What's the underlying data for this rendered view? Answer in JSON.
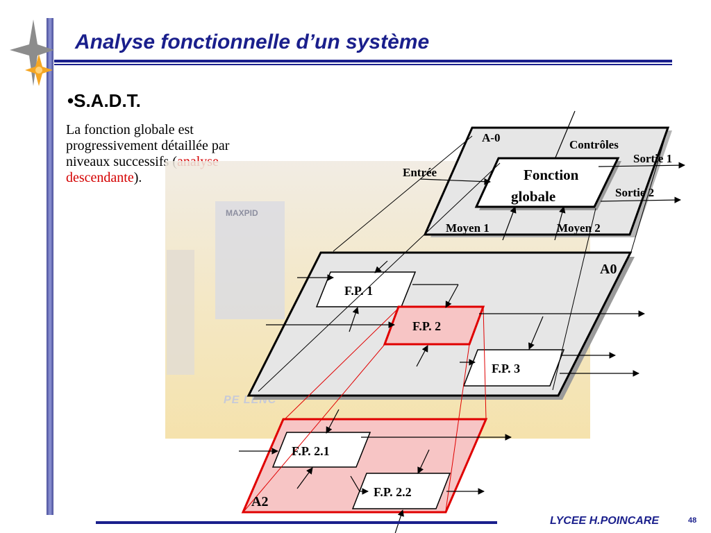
{
  "title": "Analyse fonctionnelle d’un système",
  "bullet": "•S.A.D.T.",
  "intro": {
    "before": "La fonction globale est progressivement détaillée par niveaux successifs (",
    "highlight": "analyse descendante",
    "after": ")."
  },
  "photo": {
    "logo": "MAXPID",
    "brand": "PE LENC"
  },
  "diagram": {
    "level_a_minus_0": {
      "label": "A-0",
      "box_line1": "Fonction",
      "box_line2": "globale",
      "controls": "Contrôles",
      "input": "Entrée",
      "output1": "Sortie 1",
      "output2": "Sortie 2",
      "means1": "Moyen 1",
      "means2": "Moyen 2"
    },
    "level_a0": {
      "label": "A0",
      "fp1": "F.P. 1",
      "fp2": "F.P. 2",
      "fp3": "F.P. 3"
    },
    "level_a2": {
      "label": "A2",
      "fp21": "F.P. 2.1",
      "fp22": "F.P. 2.2"
    }
  },
  "footer": {
    "school": "LYCEE H.POINCARE",
    "page": "48"
  },
  "colors": {
    "title_blue": "#1a1f8c",
    "highlight_red": "#d40000",
    "plane_gray": "#e6e6e6",
    "plane_pink": "#f7c5c5",
    "red_line": "#e00000"
  }
}
